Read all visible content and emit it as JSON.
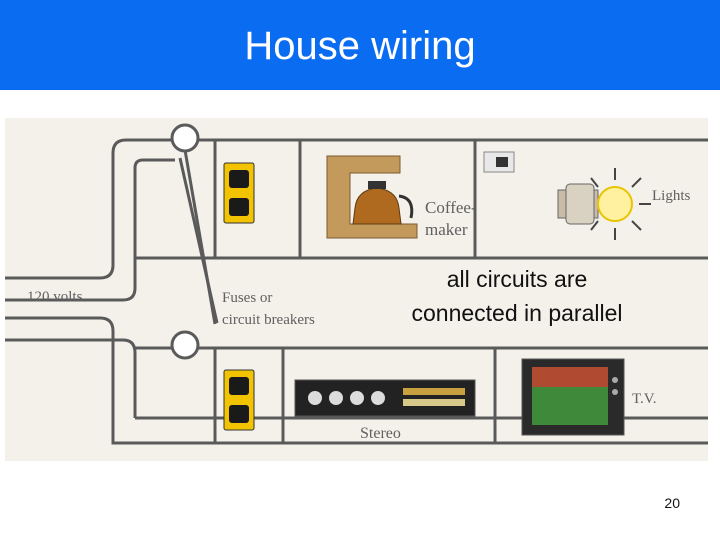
{
  "slide": {
    "title": "House wiring",
    "page_number": "20",
    "caption_lines": [
      "all circuits are",
      "connected in parallel"
    ]
  },
  "figure": {
    "labels": {
      "voltage": "120 volts",
      "fuses_line1": "Fuses or",
      "fuses_line2": "circuit breakers",
      "coffee_line1": "Coffee-",
      "coffee_line2": "maker",
      "lights": "Lights",
      "stereo": "Stereo",
      "tv": "T.V."
    }
  },
  "colors": {
    "title_bar": "#0a6cf0",
    "wire": "#5a5a5a",
    "outlet": "#f2c300",
    "figure_bg": "#f4f1ea"
  }
}
